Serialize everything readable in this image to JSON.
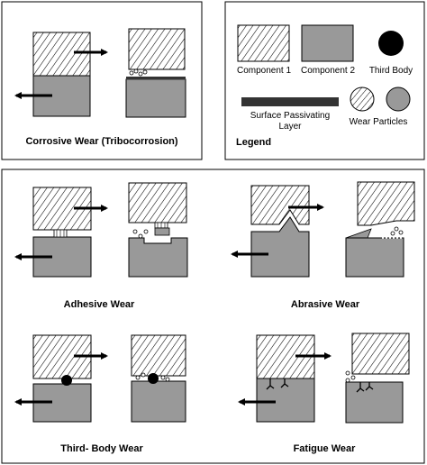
{
  "colors": {
    "component_gray": "#999999",
    "hatch_line": "#000000",
    "third_body": "#000000",
    "passivating_layer": "#333333",
    "frame": "#000000"
  },
  "panels": {
    "corrosive": {
      "caption": "Corrosive Wear (Tribocorrosion)"
    },
    "legend": {
      "title": "Legend",
      "items": {
        "component_1": "Component 1",
        "component_2": "Component 2",
        "third_body": "Third Body",
        "passivating_layer": "Surface Passivating Layer",
        "wear_particles": "Wear Particles"
      }
    },
    "adhesive": {
      "caption": "Adhesive Wear"
    },
    "abrasive": {
      "caption": "Abrasive Wear"
    },
    "third_body": {
      "caption": "Third- Body Wear"
    },
    "fatigue": {
      "caption": "Fatigue Wear"
    }
  },
  "icons": [
    "hatched-component-icon",
    "gray-component-icon",
    "third-body-dot-icon",
    "wear-particle-icon",
    "motion-arrow-icon",
    "crack-icon"
  ]
}
